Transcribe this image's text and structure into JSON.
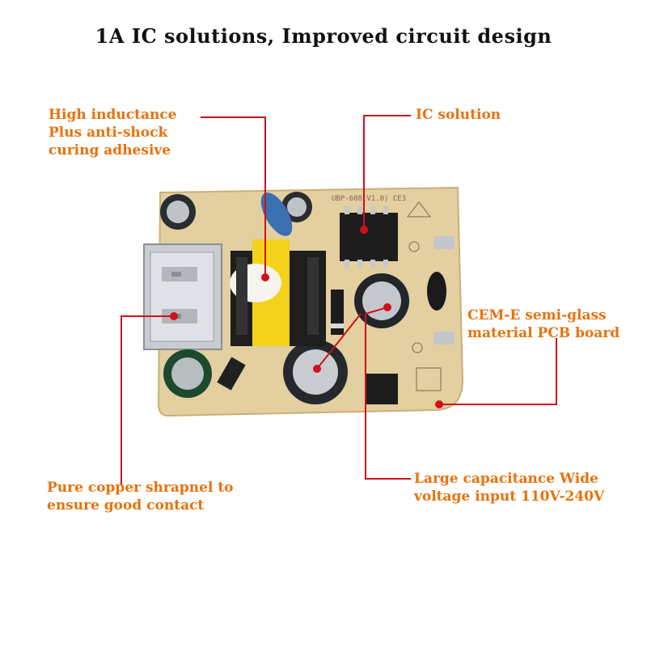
{
  "title": "1A  IC solutions, Improved circuit design",
  "labels": {
    "inductance": "High inductance\nPlus anti-shock\ncuring adhesive",
    "ic": "IC solution",
    "pcb": "CEM-E semi-glass\nmaterial PCB board",
    "copper": "Pure copper shrapnel to\nensure good contact",
    "capacitance": "Large capacitance Wide\nvoltage input 110V-240V"
  },
  "colors": {
    "label": "#e8720c",
    "leader_line": "#d0101a",
    "pcb": "#e3cfa0",
    "title": "#111111"
  },
  "icons": [
    "pcb-board-photo",
    "usb-port",
    "transformer",
    "ic-chip",
    "capacitor",
    "diode"
  ]
}
